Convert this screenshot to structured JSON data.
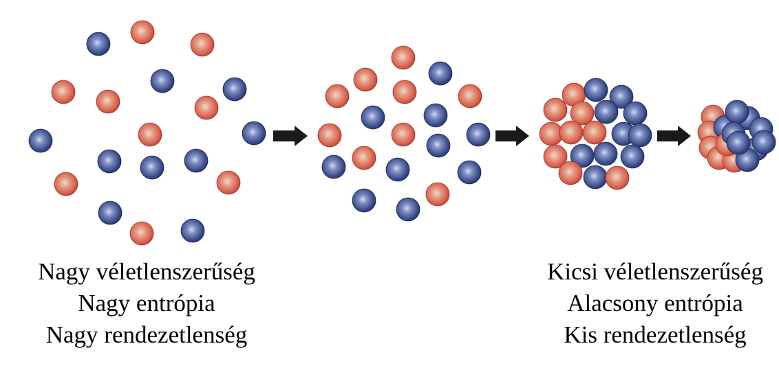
{
  "colors": {
    "red_particle": "#d9614f",
    "blue_particle": "#3c4e8a",
    "arrow": "#1a1a1a",
    "text": "#000000"
  },
  "particle_types": [
    "red",
    "blue"
  ],
  "arrow_icon": "right-arrow-icon",
  "captions": {
    "left": {
      "line1": "Nagy véletlenszerűség",
      "line2": "Nagy entrópia",
      "line3": "Nagy rendezetlenség"
    },
    "right": {
      "line1": "Kicsi véletlenszerűség",
      "line2": "Alacsony entrópia",
      "line3": "Kis rendezetlenség"
    }
  }
}
